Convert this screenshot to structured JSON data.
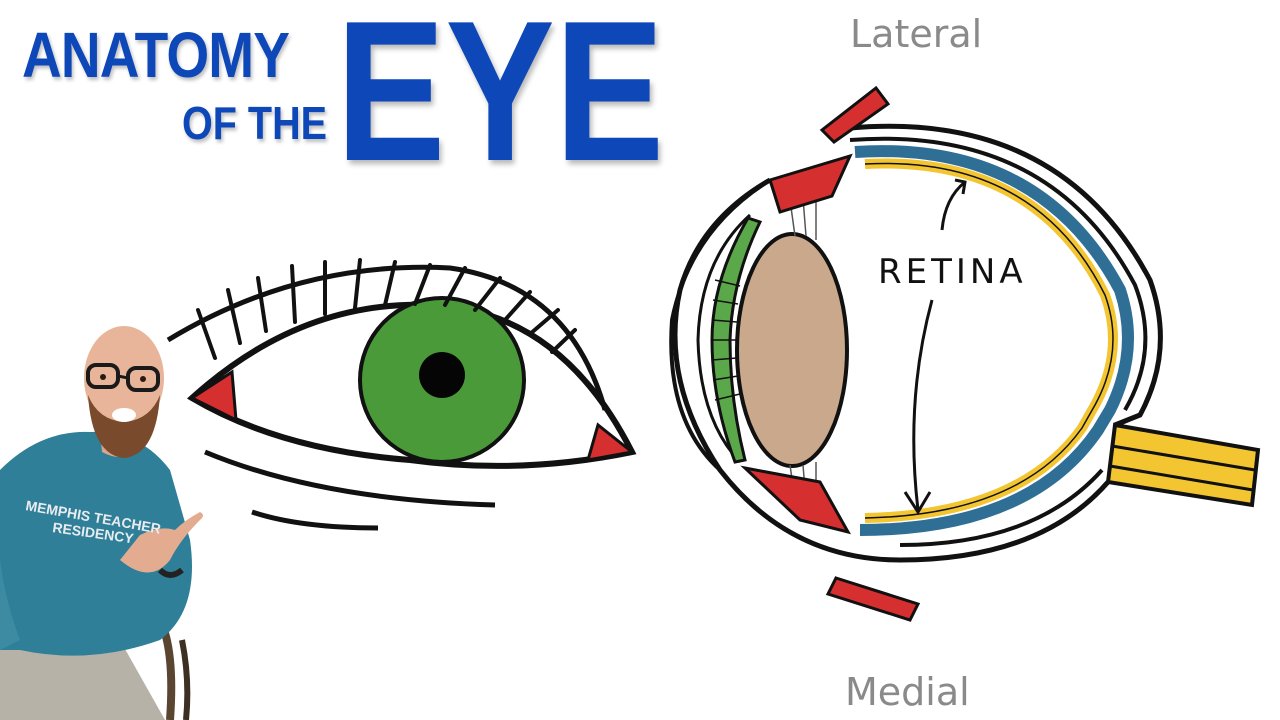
{
  "title": {
    "line1": "ANATOMY",
    "line2": "OF THE",
    "big": "EYE"
  },
  "labels": {
    "lateral": "Lateral",
    "medial": "Medial",
    "retina": "RETINA"
  },
  "shirt": {
    "line1": "MEMPHIS TEACHER",
    "line2": "RESIDENCY"
  },
  "colors": {
    "title_blue": "#0d47b8",
    "iris_green": "#4a9a3a",
    "muscle_red": "#d62f2f",
    "lens_tan": "#c9a88c",
    "retina_yellow": "#f2c531",
    "choroid_blue": "#2f6f96"
  }
}
